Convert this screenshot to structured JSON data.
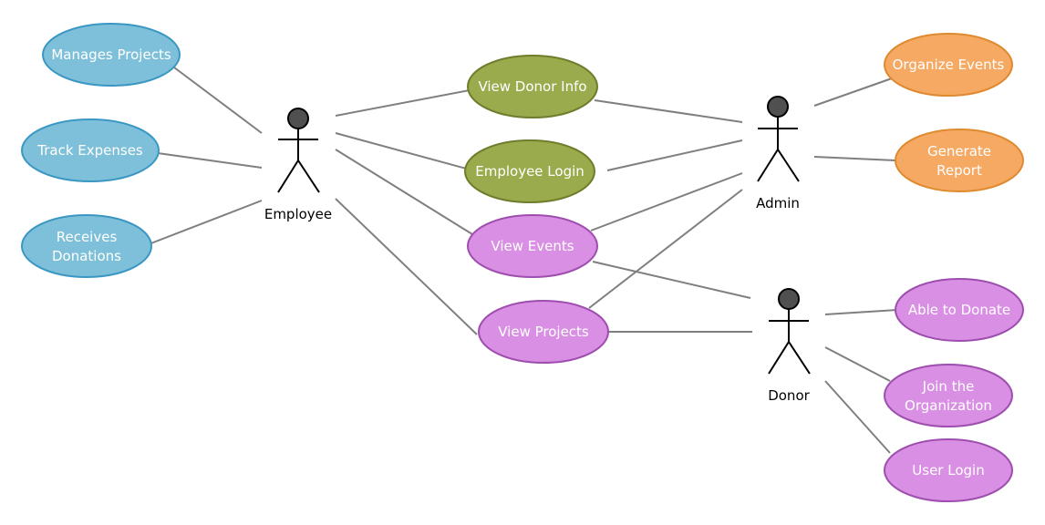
{
  "colors": {
    "blue_fill": "#7ec0d9",
    "blue_stroke": "#3a97c4",
    "olive_fill": "#9aab4e",
    "olive_stroke": "#6e7c2c",
    "purple_fill": "#d98fe3",
    "purple_stroke": "#9e4eae",
    "orange_fill": "#f5a962",
    "orange_stroke": "#e08a30",
    "line": "#7f7f7f",
    "actor_head": "#505050"
  },
  "actors": {
    "employee": "Employee",
    "admin": "Admin",
    "donor": "Donor"
  },
  "use_cases": {
    "manages_projects": [
      "Manages Projects"
    ],
    "track_expenses": [
      "Track Expenses"
    ],
    "receives_donations": [
      "Receives",
      "Donations"
    ],
    "view_donor_info": [
      "View Donor Info"
    ],
    "employee_login": [
      "Employee Login"
    ],
    "view_events": [
      "View Events"
    ],
    "view_projects": [
      "View Projects"
    ],
    "organize_events": [
      "Organize Events"
    ],
    "generate_report": [
      "Generate",
      "Report"
    ],
    "able_to_donate": [
      "Able to Donate"
    ],
    "join_organization": [
      "Join the",
      "Organization"
    ],
    "user_login": [
      "User Login"
    ]
  }
}
